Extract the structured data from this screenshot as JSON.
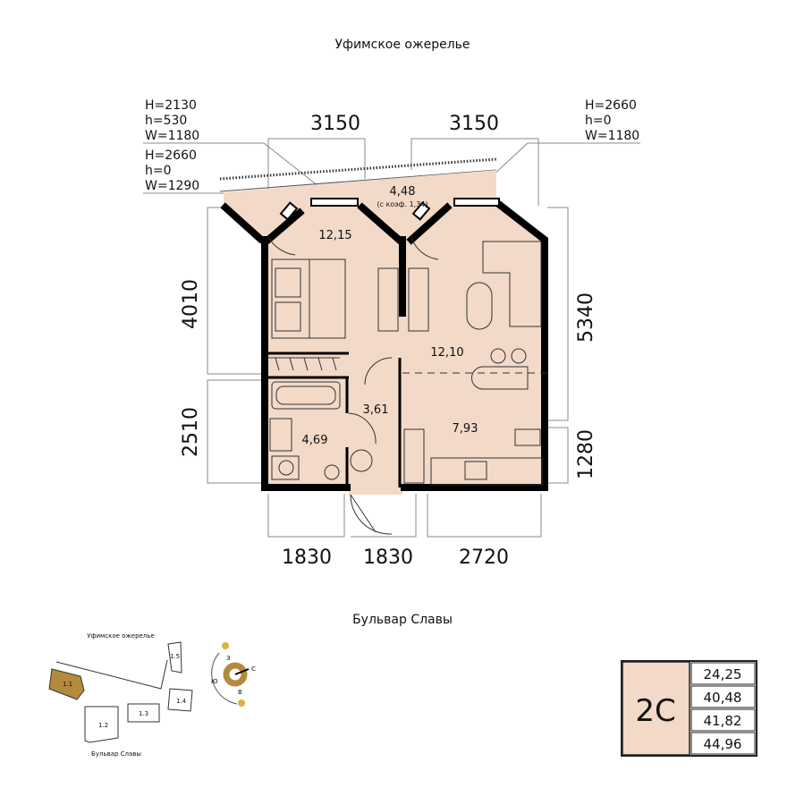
{
  "streets": {
    "top": "Уфимское ожерелье",
    "bottom": "Бульвар Славы"
  },
  "openings": [
    {
      "H": "H=2130",
      "h": "h=530",
      "W": "W=1180"
    },
    {
      "H": "H=2660",
      "h": "h=0",
      "W": "W=1290"
    },
    {
      "H": "H=2660",
      "h": "h=0",
      "W": "W=1180"
    }
  ],
  "dimensions": {
    "top_left": "3150",
    "top_right": "3150",
    "left_upper": "4010",
    "left_lower": "2510",
    "right_upper": "5340",
    "right_lower": "1280",
    "bottom_left": "1830",
    "bottom_mid": "1830",
    "bottom_right": "2720"
  },
  "rooms": {
    "balcony": "4,48",
    "balcony_note": "(с коэф. 1,34)",
    "bedroom": "12,15",
    "living": "12,10",
    "hall": "3,61",
    "bath": "4,69",
    "kitchen": "7,93"
  },
  "minimap": {
    "street_top": "Уфимское ожерелье",
    "street_bottom": "Бульвар Славы",
    "sections": [
      "1.1",
      "1.2",
      "1.3",
      "1.4",
      "1.5"
    ],
    "compass": {
      "n": "С",
      "s": "Ю",
      "e": "В",
      "w": "З"
    }
  },
  "summary": {
    "type": "2C",
    "areas": [
      "24,25",
      "40,48",
      "41,82",
      "44,96"
    ]
  },
  "colors": {
    "fill": "#f2d9c8",
    "accent": "#b48a3c",
    "wall": "#000000"
  }
}
